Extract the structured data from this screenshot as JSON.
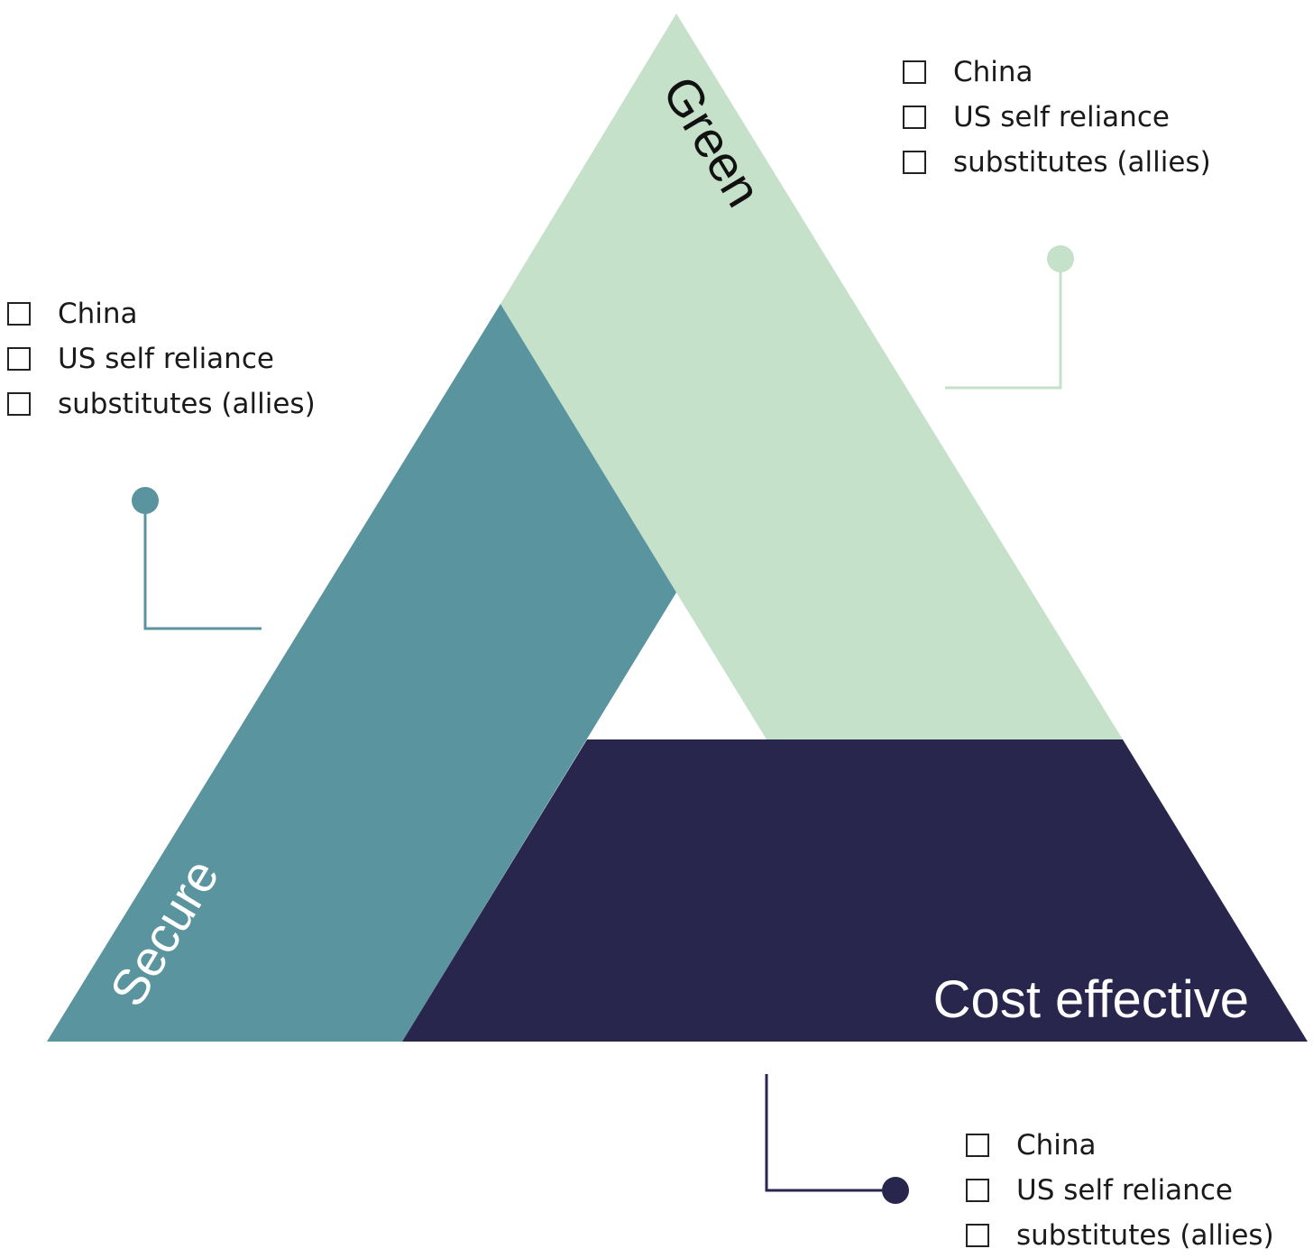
{
  "diagram": {
    "segments": {
      "green": {
        "label": "Green",
        "color": "#c6e1c9",
        "text_color": "#111111"
      },
      "secure": {
        "label": "Secure",
        "color": "#5a949e",
        "text_color": "#ffffff"
      },
      "cost": {
        "label": "Cost effective",
        "color": "#29264e",
        "text_color": "#ffffff"
      }
    },
    "checklists": {
      "green": [
        "China",
        "US self reliance",
        "substitutes (allies)"
      ],
      "secure": [
        "China",
        "US self reliance",
        "substitutes (allies)"
      ],
      "cost": [
        "China",
        "US self reliance",
        "substitutes (allies)"
      ]
    },
    "checkbox_states": {
      "green": [
        false,
        false,
        false
      ],
      "secure": [
        false,
        false,
        false
      ],
      "cost": [
        false,
        false,
        false
      ]
    }
  }
}
